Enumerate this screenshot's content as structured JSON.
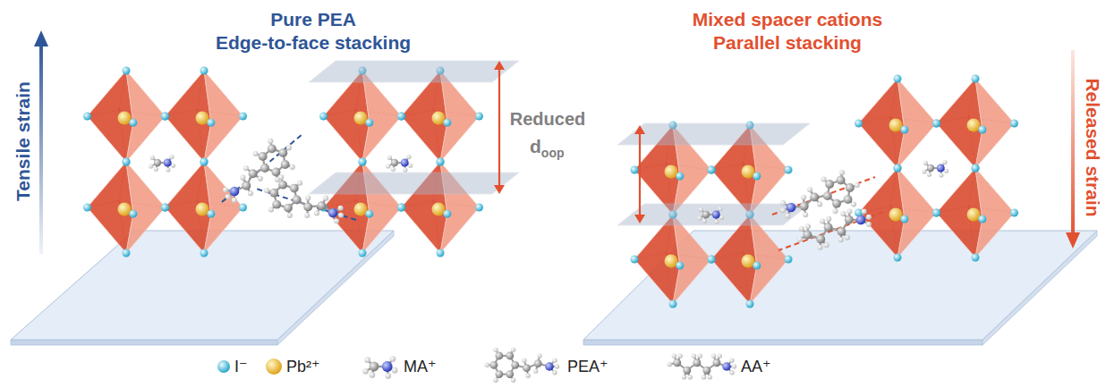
{
  "diagram": {
    "labels": [
      "Pure PEA",
      "Edge-to-face stacking",
      "Tensile strain",
      "Reduced",
      "d",
      "oop",
      "Mixed spacer cations",
      "Parallel stacking",
      "Released strain"
    ],
    "legend": [
      {
        "text": "I⁻"
      },
      {
        "text": "Pb²⁺"
      },
      {
        "text": "MA⁺"
      },
      {
        "text": "PEA⁺"
      },
      {
        "text": "AA⁺"
      }
    ]
  }
}
